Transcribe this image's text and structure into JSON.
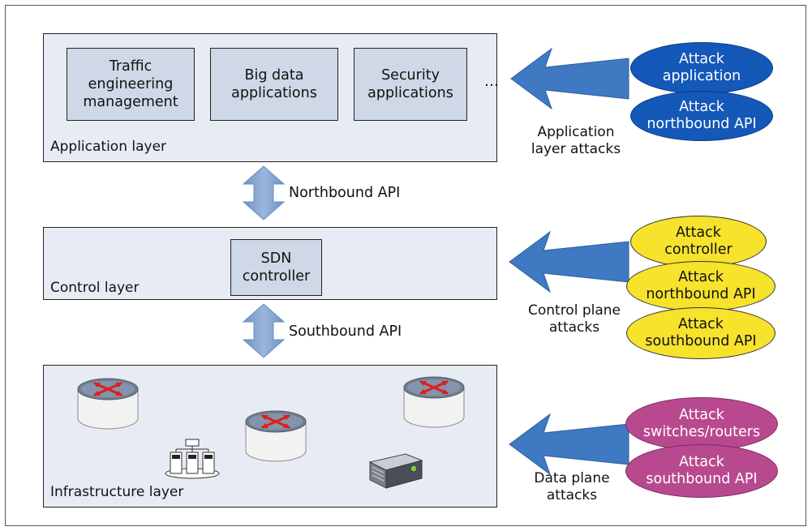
{
  "layers": {
    "application": {
      "label": "Application layer",
      "boxes": [
        "Traffic\nengineering\nmanagement",
        "Big data\napplications",
        "Security\napplications"
      ],
      "ellipsis": "…"
    },
    "control": {
      "label": "Control layer",
      "controller": "SDN\ncontroller"
    },
    "infrastructure": {
      "label": "Infrastructure layer",
      "devices": [
        "router-icon",
        "router-icon",
        "router-icon",
        "server-cluster-icon",
        "rack-server-icon"
      ]
    }
  },
  "apis": {
    "northbound": "Northbound API",
    "southbound": "Southbound API"
  },
  "attacks": {
    "application": {
      "label": "Application\nlayer attacks",
      "items": [
        "Attack\napplication",
        "Attack\nnorthbound API"
      ]
    },
    "control": {
      "label": "Control plane\nattacks",
      "items": [
        "Attack\ncontroller",
        "Attack\nnorthbound API",
        "Attack\nsouthbound API"
      ]
    },
    "data": {
      "label": "Data plane\nattacks",
      "items": [
        "Attack\nswitches/routers",
        "Attack\nsouthbound API"
      ]
    }
  },
  "colors": {
    "layer_fill": "#e7ecf4",
    "box_fill": "#cfd8e6",
    "api_arrow": "#7f9fce",
    "attack_arrow": "#3f79c2",
    "application_attack": "#1458b8",
    "control_attack": "#f7e22c",
    "data_attack": "#b9498f"
  }
}
